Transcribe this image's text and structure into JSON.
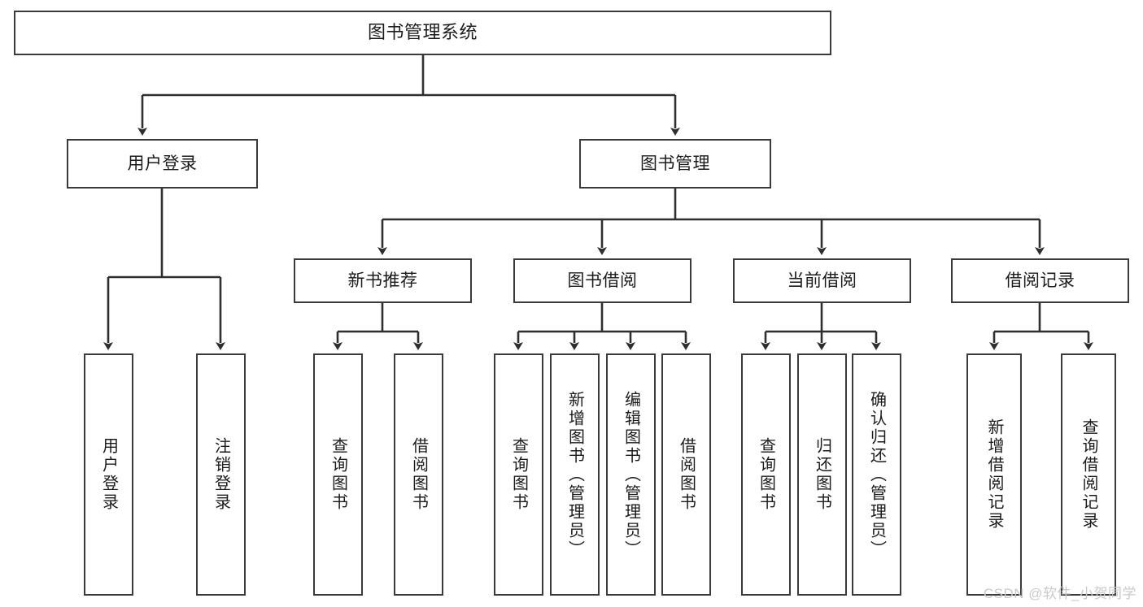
{
  "diagram": {
    "title": "图书管理系统",
    "type": "hierarchy-tree",
    "watermark": "CSDN @软件_小贺同学",
    "colors": {
      "box_border": "#3a3a3a",
      "box_fill": "#ffffff",
      "line": "#2f2f2f",
      "text": "#1b1b1b",
      "watermark": "#c9c9c9"
    },
    "root": {
      "label": "图书管理系统"
    },
    "level2": [
      {
        "label": "用户登录"
      },
      {
        "label": "图书管理"
      }
    ],
    "level3": [
      {
        "label": "新书推荐"
      },
      {
        "label": "图书借阅"
      },
      {
        "label": "当前借阅"
      },
      {
        "label": "借阅记录"
      }
    ],
    "leaves": {
      "user_login": [
        {
          "label": "用户登录"
        },
        {
          "label": "注销登录"
        }
      ],
      "new_book": [
        {
          "label": "查询图书"
        },
        {
          "label": "借阅图书"
        }
      ],
      "borrow_book": [
        {
          "label": "查询图书"
        },
        {
          "label": "新增图书（管理员）"
        },
        {
          "label": "编辑图书（管理员）"
        },
        {
          "label": "借阅图书"
        }
      ],
      "current_borrow": [
        {
          "label": "查询图书"
        },
        {
          "label": "归还图书"
        },
        {
          "label": "确认归还（管理员）"
        }
      ],
      "borrow_record": [
        {
          "label": "新增借阅记录"
        },
        {
          "label": "查询借阅记录"
        }
      ]
    }
  }
}
